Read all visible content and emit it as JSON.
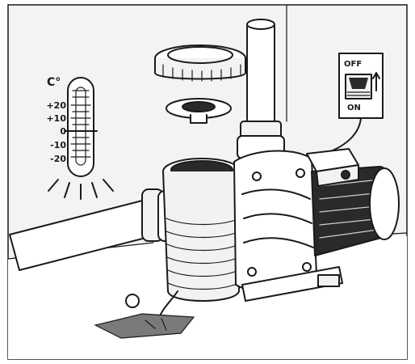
{
  "thermometer": {
    "unit_label": "C°",
    "scale_labels": [
      "+20",
      "+10",
      "0",
      "-10",
      "-20"
    ]
  },
  "switch_box": {
    "off_label": "OFF",
    "on_label": "ON"
  },
  "colors": {
    "ink": "#1a1a1a",
    "wall": "#f3f3f3",
    "floor": "#ffffff",
    "motor_dark": "#2a2a2a"
  }
}
